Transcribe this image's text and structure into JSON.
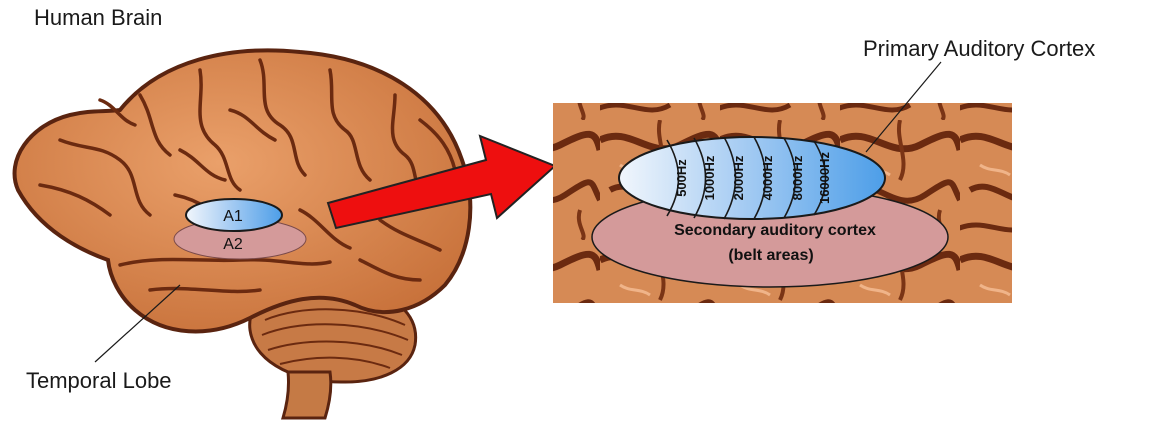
{
  "labels": {
    "title": "Human Brain",
    "temporal_lobe": "Temporal Lobe",
    "primary_cortex": "Primary Auditory Cortex"
  },
  "brain": {
    "a1": "A1",
    "a2": "A2"
  },
  "inset": {
    "secondary_line1": "Secondary auditory cortex",
    "secondary_line2": "(belt areas)",
    "frequencies": [
      "500Hz",
      "1000Hz",
      "2000Hz",
      "4000Hz",
      "8000Hz",
      "16000Hz"
    ]
  },
  "colors": {
    "brain_fill": "#d9864e",
    "brain_dark": "#5a2410",
    "a1_fill": "#5da8ee",
    "a2_fill": "#d49a9a",
    "arrow_red": "#ee0f0f"
  }
}
